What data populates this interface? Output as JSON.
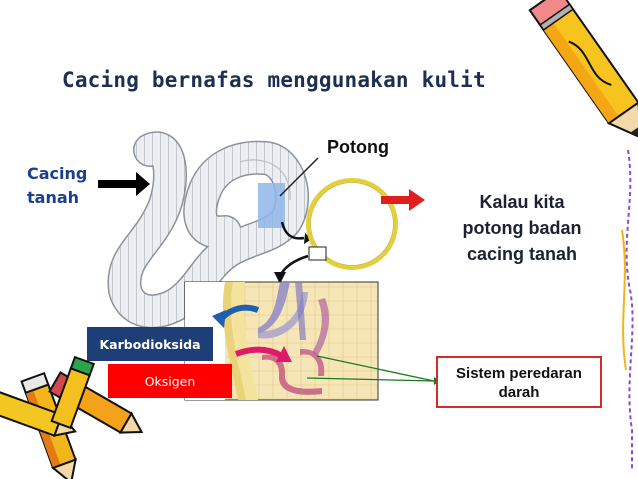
{
  "title": "Cacing bernafas menggunakan kulit",
  "labels": {
    "worm_line1": "Cacing",
    "worm_line2": "tanah",
    "cut": "Potong",
    "explain_line1": "Kalau kita",
    "explain_line2": "potong badan",
    "explain_line3": "cacing tanah",
    "carbon_dioxide": "Karbodioksida",
    "oxygen": "Oksigen",
    "circulation_line1": "Sistem peredaran",
    "circulation_line2": "darah"
  },
  "colors": {
    "title": "#1d2f52",
    "worm_label": "#1c3f8a",
    "co2_box": "#1e3e78",
    "o2_box": "#ff0000",
    "circulation_border": "#d42a2a",
    "ring": "#e2cf3a",
    "pointer_arrow": "#1a7a1a"
  },
  "icons": [
    "pencil-icon-top-right",
    "pencils-icon-bottom-left",
    "arrow-right-icon",
    "red-arrow-icon"
  ]
}
